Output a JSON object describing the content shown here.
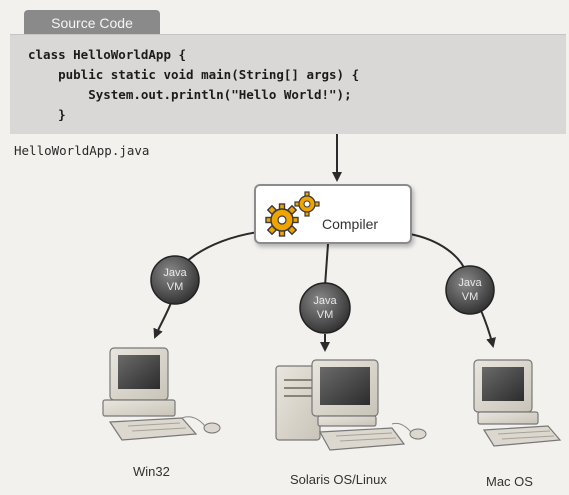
{
  "source_tab": "Source Code",
  "code_lines": [
    "class HelloWorldApp {",
    "    public static void main(String[] args) {",
    "        System.out.println(\"Hello World!\");",
    "    }"
  ],
  "filename": "HelloWorldApp.java",
  "compiler_label": "Compiler",
  "vm_label_line1": "Java",
  "vm_label_line2": "VM",
  "platforms": {
    "left": "Win32",
    "center": "Solaris OS/Linux",
    "right": "Mac OS"
  }
}
